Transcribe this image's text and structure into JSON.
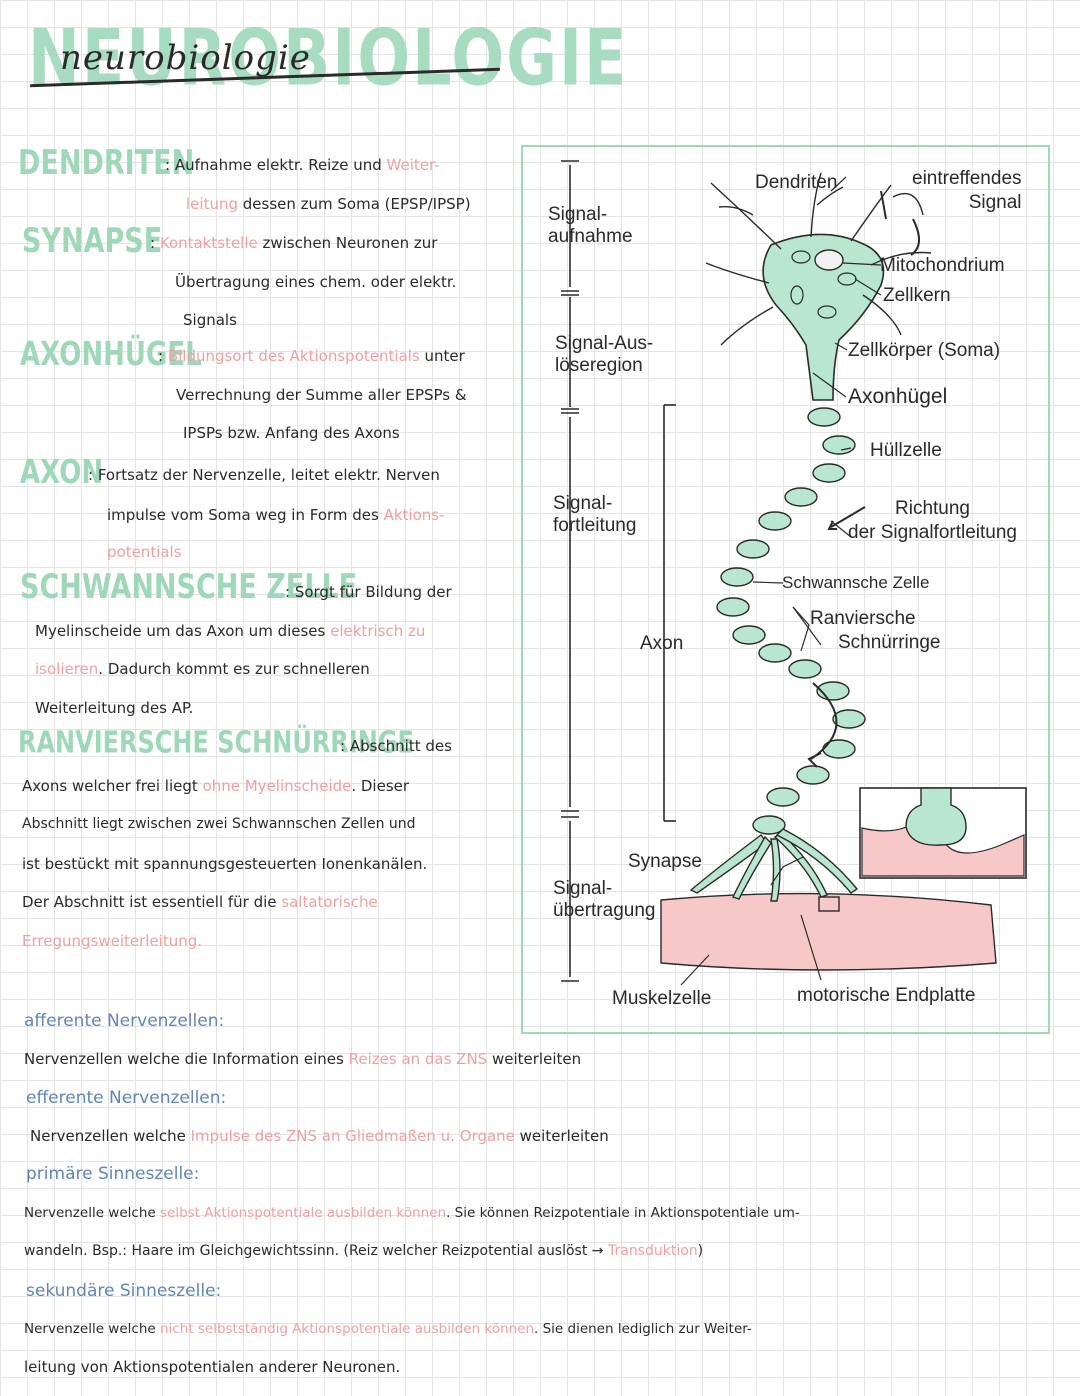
{
  "title": {
    "block": "NEUROBIOLOGIE",
    "script": "neurobiologie"
  },
  "definitions": {
    "dendriten": {
      "term": "DENDRITEN",
      "l1a": "Aufnahme elektr. Reize und ",
      "l1b": "Weiter-",
      "l2a": "leitung",
      "l2b": " dessen zum Soma (EPSP/IPSP)"
    },
    "synapse": {
      "term": "SYNAPSE",
      "l1a": "Kontaktstelle",
      "l1b": " zwischen Neuronen zur",
      "l2": "Übertragung eines chem. oder elektr.",
      "l3": "Signals"
    },
    "axonhuegel": {
      "term": "AXONHÜGEL",
      "l1a": "Bildungsort des Aktionspotentials",
      "l1b": " unter",
      "l2": "Verrechnung der Summe aller EPSPs &",
      "l3": "IPSPs bzw. Anfang des Axons"
    },
    "axon": {
      "term": "AXON",
      "l1": "Fortsatz der Nervenzelle, leitet elektr. Nerven",
      "l2a": "impulse vom Soma weg in Form des ",
      "l2b": "Aktions-",
      "l3": "potentials"
    },
    "schwann": {
      "term": "SCHWANNSCHE ZELLE",
      "l1": "Sorgt für Bildung der",
      "l2a": "Myelinscheide um das Axon um dieses ",
      "l2b": "elektrisch zu",
      "l3a": "isolieren",
      "l3b": ". Dadurch kommt es zur schnelleren",
      "l4": "Weiterleitung des AP."
    },
    "ranvier": {
      "term": "RANVIERSCHE SCHNÜRRINGE",
      "l1": "Abschnitt des",
      "l2a": "Axons welcher frei liegt ",
      "l2b": "ohne Myelinscheide",
      "l2c": ". Dieser",
      "l3": "Abschnitt liegt zwischen zwei Schwannschen Zellen und",
      "l4": "ist bestückt mit spannungsgesteuerten Ionenkanälen.",
      "l5a": "Der Abschnitt ist essentiell für die ",
      "l5b": "saltatorische",
      "l6": "Erregungsweiterleitung."
    }
  },
  "diagram": {
    "left_labels": {
      "aufnahme": [
        "Signal-",
        "aufnahme"
      ],
      "ausloese": [
        "Signal-Aus-",
        "löseregion"
      ],
      "fortleitung": [
        "Signal-",
        "fortleitung"
      ],
      "uebertragung": [
        "Signal-",
        "übertragung"
      ],
      "axon": "Axon"
    },
    "right_labels": {
      "dendriten": "Dendriten",
      "signal": [
        "eintreffendes",
        "Signal"
      ],
      "mitochondrium": "Mitochondrium",
      "zellkern": "Zellkern",
      "zellkoerper": "Zellkörper (Soma)",
      "axonhuegel": "Axonhügel",
      "huellzelle": "Hüllzelle",
      "richtung": [
        "Richtung",
        "der Signalfortleitung"
      ],
      "schwann": "Schwannsche Zelle",
      "ranvier": [
        "Ranviersche",
        "Schnürringe"
      ],
      "synapse": "Synapse",
      "muskelzelle": "Muskelzelle",
      "endplatte": "motorische Endplatte"
    },
    "colors": {
      "cell": "#b8e6cf",
      "outline": "#2a2a2a",
      "muscle": "#f7c8c8",
      "frame": "#9fd8b8"
    }
  },
  "notes": {
    "afferent": {
      "title": "afferente Nervenzellen:",
      "t1": "Nervenzellen welche die Information eines ",
      "t2": "Reizes an das ZNS",
      "t3": " weiterleiten"
    },
    "efferent": {
      "title": "efferente Nervenzellen:",
      "t1": "Nervenzellen welche ",
      "t2": "Impulse des ZNS an Gliedmaßen u. Organe",
      "t3": " weiterleiten"
    },
    "primaer": {
      "title": "primäre Sinneszelle:",
      "l1a": "Nervenzelle welche ",
      "l1b": "selbst Aktionspotentiale ausbilden können",
      "l1c": ". Sie können Reizpotentiale in Aktionspotentiale um-",
      "l2a": "wandeln. Bsp.: Haare im Gleichgewichtssinn. (Reiz welcher Reizpotential auslöst → ",
      "l2b": "Transduktion",
      "l2c": ")"
    },
    "sekundaer": {
      "title": "sekundäre Sinneszelle:",
      "l1a": "Nervenzelle welche ",
      "l1b": "nicht selbstständig Aktionspotentiale ausbilden können",
      "l1c": ". Sie dienen lediglich zur Weiter-",
      "l2": "leitung von Aktionspotentialen anderer Neuronen."
    }
  }
}
